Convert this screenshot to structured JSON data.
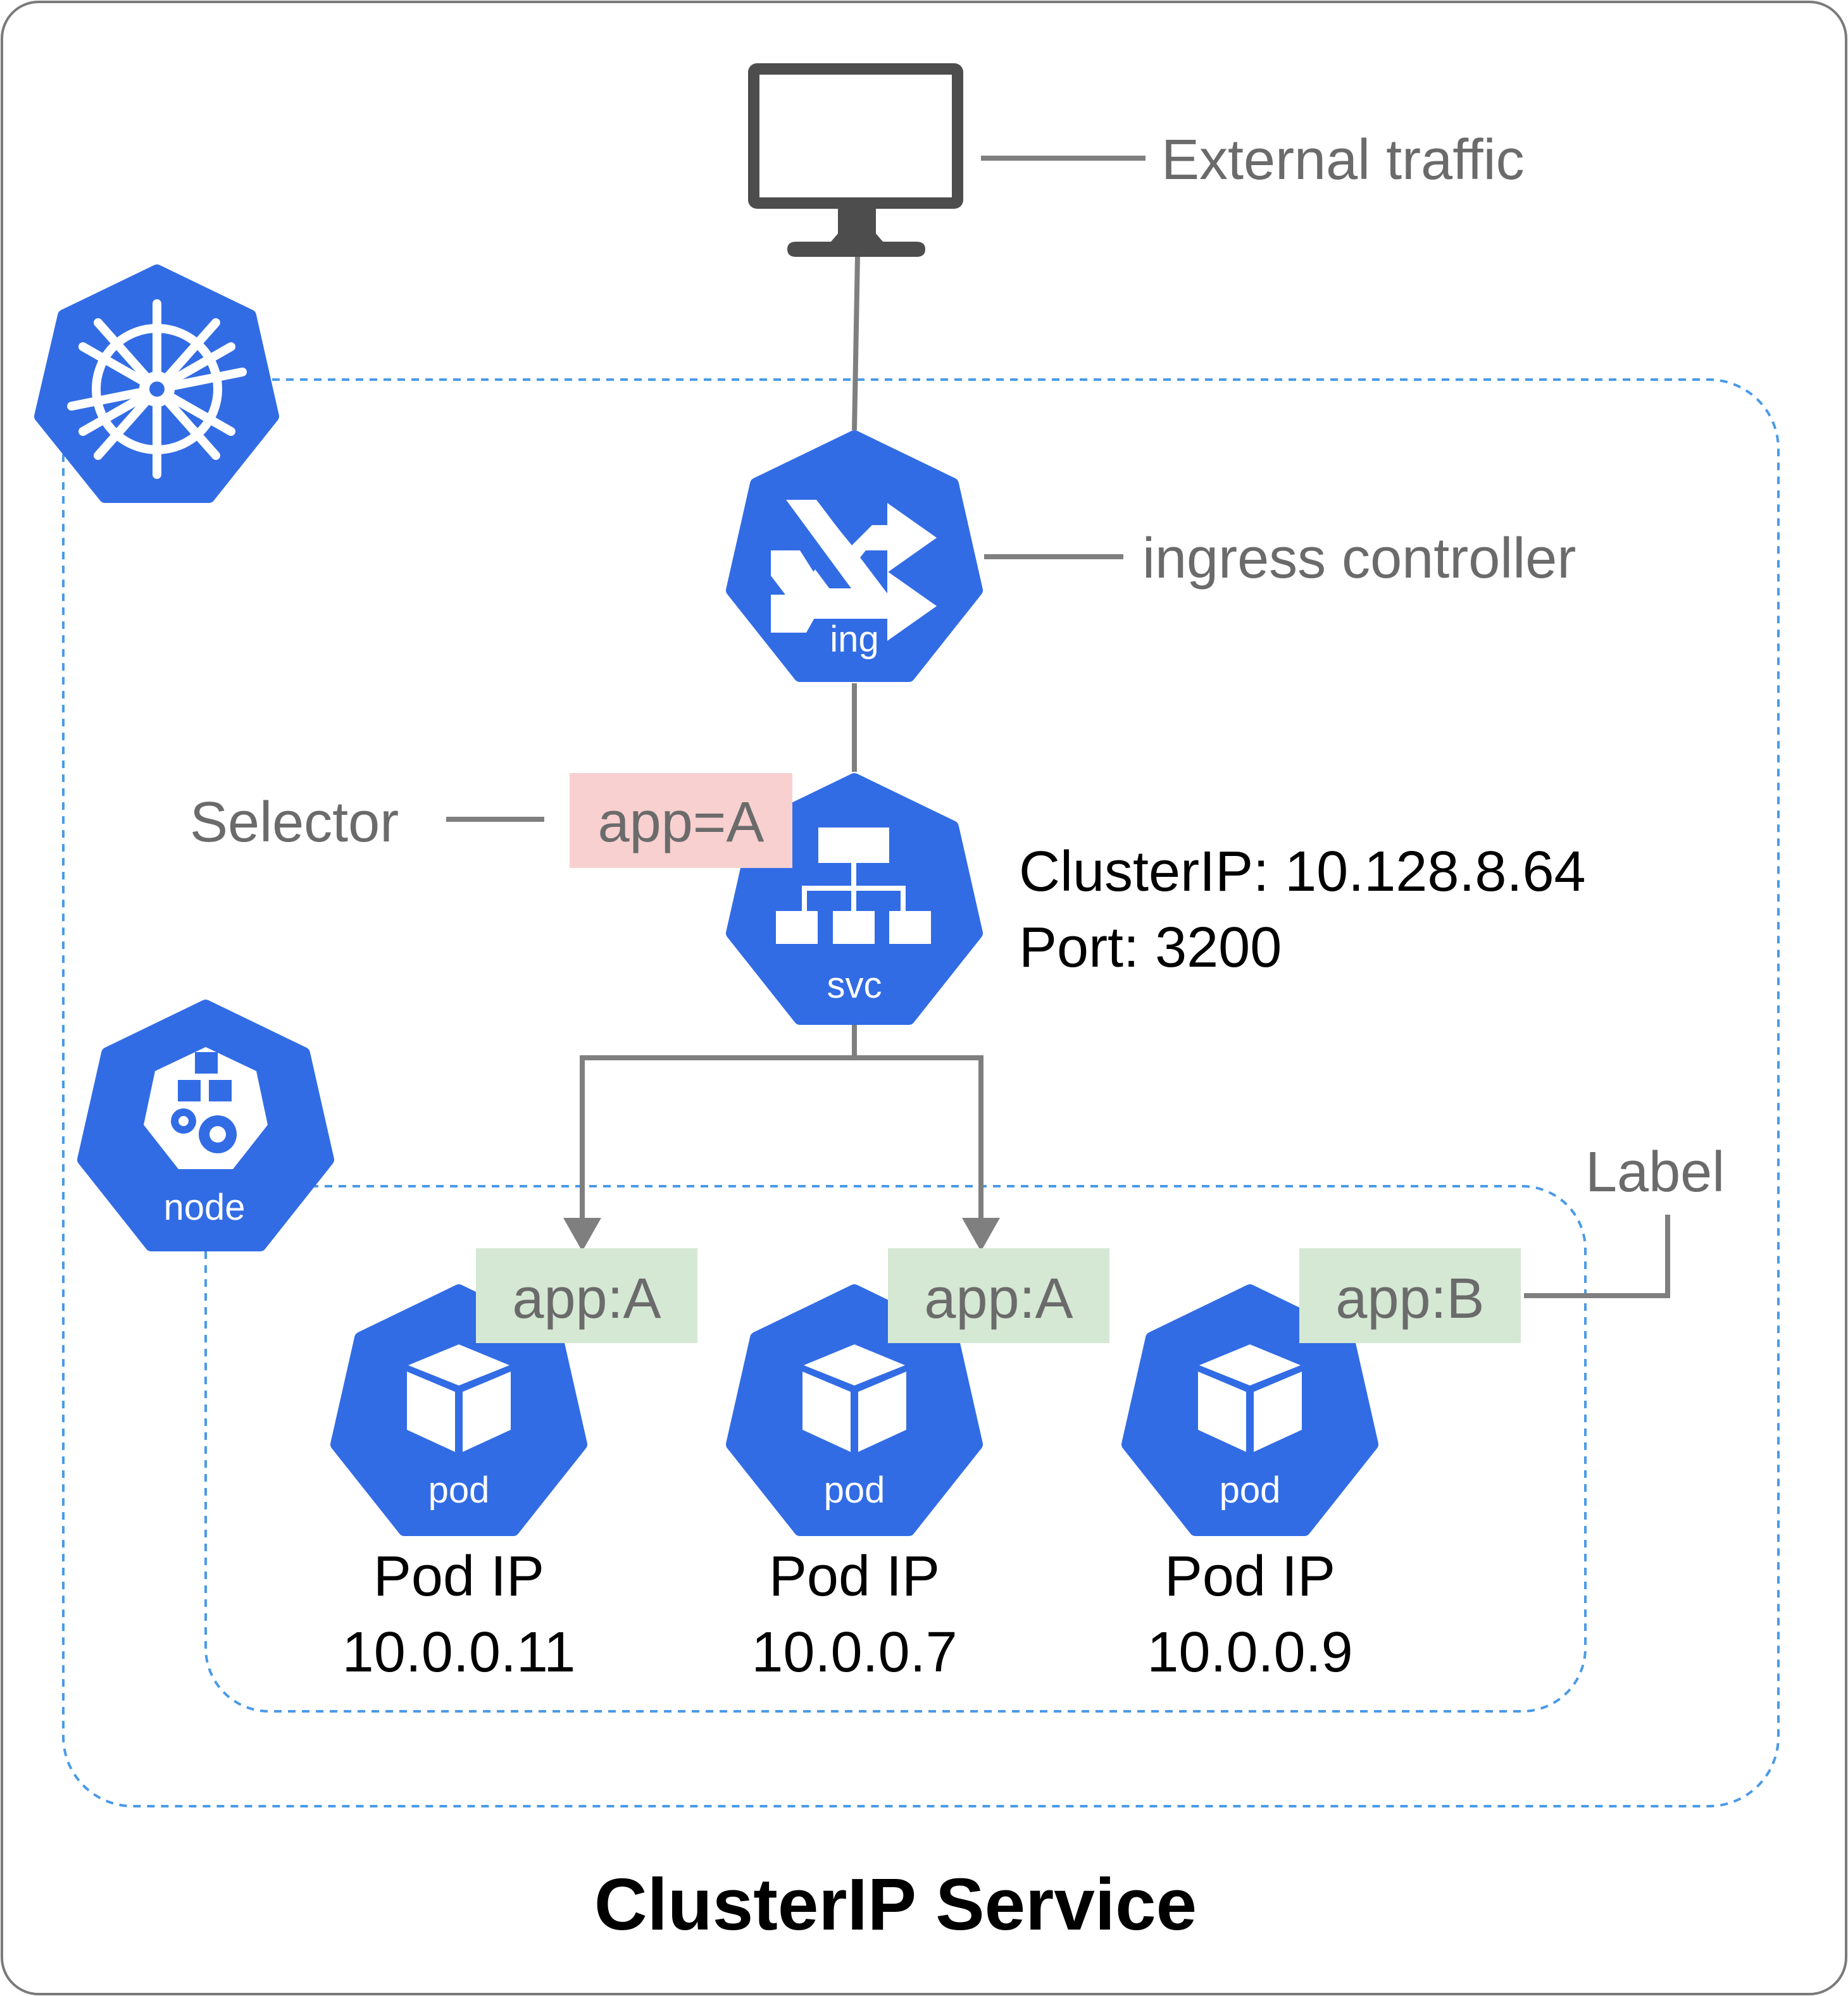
{
  "title": "ClusterIP Service",
  "external": {
    "label": "External traffic"
  },
  "ingress": {
    "caption": "ing",
    "label": "ingress controller"
  },
  "service": {
    "caption": "svc",
    "selector_label": "Selector",
    "selector_tag": "app=A",
    "cluster_ip_line": "ClusterIP: 10.128.8.64",
    "port_line": "Port: 3200"
  },
  "node": {
    "caption": "node",
    "label_annotation": "Label"
  },
  "pods": [
    {
      "caption": "pod",
      "tag": "app:A",
      "ip_label": "Pod IP",
      "ip": "10.0.0.11"
    },
    {
      "caption": "pod",
      "tag": "app:A",
      "ip_label": "Pod IP",
      "ip": "10.0.0.7"
    },
    {
      "caption": "pod",
      "tag": "app:B",
      "ip_label": "Pod IP",
      "ip": "10.0.0.9"
    }
  ],
  "colors": {
    "k8s_blue": "#326ce5",
    "dashed_border": "#4a9ae8",
    "connector_gray": "#7f7f7f",
    "selector_fill": "#f8d0d0",
    "label_fill": "#d5e8d4",
    "monitor": "#4d4d4d"
  }
}
